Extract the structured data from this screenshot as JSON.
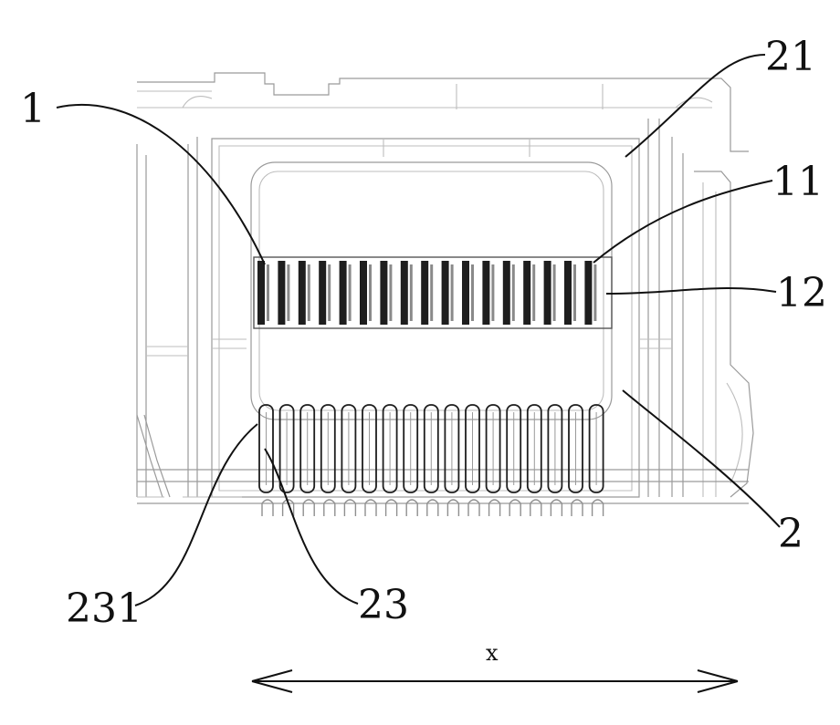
{
  "labels": {
    "ref_1": "1",
    "ref_21": "21",
    "ref_11": "11",
    "ref_12": "12",
    "ref_2": "2",
    "ref_231": "231",
    "ref_23": "23",
    "axis_x": "x"
  },
  "counts": {
    "upper_terminals": 17,
    "lower_slots": 17,
    "bottom_teeth": 17
  }
}
